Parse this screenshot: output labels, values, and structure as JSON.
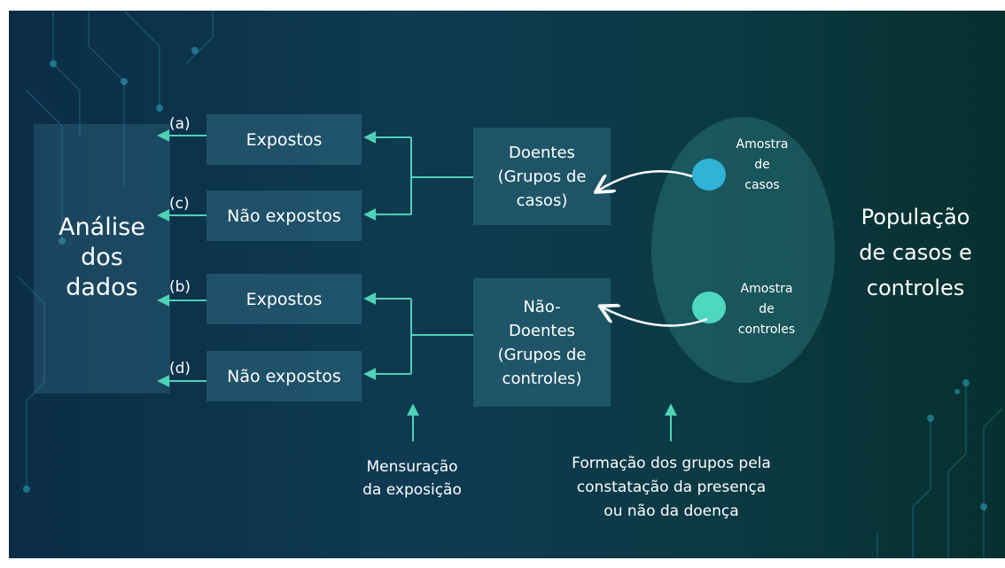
{
  "left_panel": {
    "label_lines": [
      "Análise",
      "dos",
      "dados"
    ]
  },
  "letters": {
    "a": "(a)",
    "c": "(c)",
    "b": "(b)",
    "d": "(d)"
  },
  "boxes": {
    "exp_top": "Expostos",
    "nexp_top": "Não expostos",
    "exp_bottom": "Expostos",
    "nexp_bottom": "Não expostos",
    "doentes_lines": [
      "Doentes",
      "(Grupos de",
      "casos)"
    ],
    "naodoentes_lines": [
      "Não-",
      "Doentes",
      "(Grupos de",
      "controles)"
    ]
  },
  "population": {
    "casos_lines": [
      "Amostra",
      "de",
      "casos"
    ],
    "controles_lines": [
      "Amostra",
      "de",
      "controles"
    ],
    "title_lines": [
      "População",
      "de casos e",
      "controles"
    ]
  },
  "notes": {
    "mensuracao_lines": [
      "Mensuração",
      "da exposição"
    ],
    "formacao_lines": [
      "Formação dos grupos pela",
      "constatação da presença",
      "ou não da doença"
    ]
  },
  "colors": {
    "accent_line": "#4fd1b5",
    "casos_dot": "#2fb3d6",
    "controles_dot": "#4fd8c0",
    "arrow_white": "#ffffff"
  }
}
